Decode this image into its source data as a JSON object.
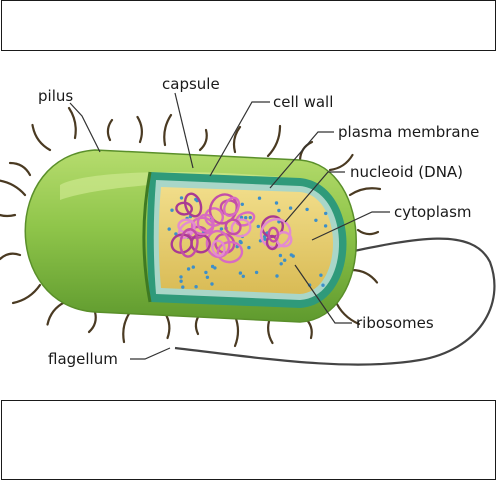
{
  "answer_boxes": {
    "top": "",
    "bottom": ""
  },
  "labels": {
    "pilus": "pilus",
    "capsule": "capsule",
    "cell_wall": "cell wall",
    "plasma_membrane": "plasma membrane",
    "nucleoid": "nucleoid (DNA)",
    "cytoplasm": "cytoplasm",
    "ribosomes": "ribosomes",
    "flagellum": "flagellum"
  },
  "colors": {
    "capsule": "#8fc54a",
    "cell_wall": "#2f9a7a",
    "plasma_membrane": "#a9d6c8",
    "cytoplasm": "#e6cf74",
    "nucleoid": "#c34da8",
    "ribosomes": "#3d8fc9",
    "pili": "#4a3a22",
    "flagellum": "#444444"
  }
}
